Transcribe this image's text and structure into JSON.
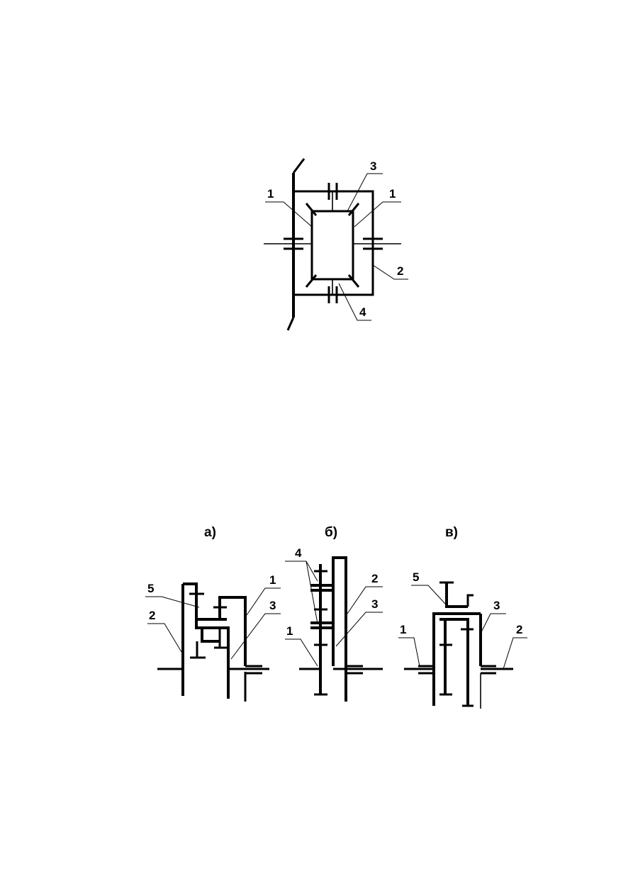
{
  "figure_top": {
    "labels": {
      "left_1": "1",
      "right_1": "1",
      "top_3": "3",
      "right_2": "2",
      "bottom_4": "4"
    }
  },
  "figure_bottom": {
    "captions": {
      "a": "а)",
      "b": "б)",
      "v": "в)"
    },
    "a": {
      "label_5": "5",
      "label_2": "2",
      "label_1": "1",
      "label_3": "3"
    },
    "b": {
      "label_4": "4",
      "label_2": "2",
      "label_3": "3",
      "label_1": "1"
    },
    "v": {
      "label_5": "5",
      "label_3": "3",
      "label_1": "1",
      "label_2": "2"
    }
  }
}
